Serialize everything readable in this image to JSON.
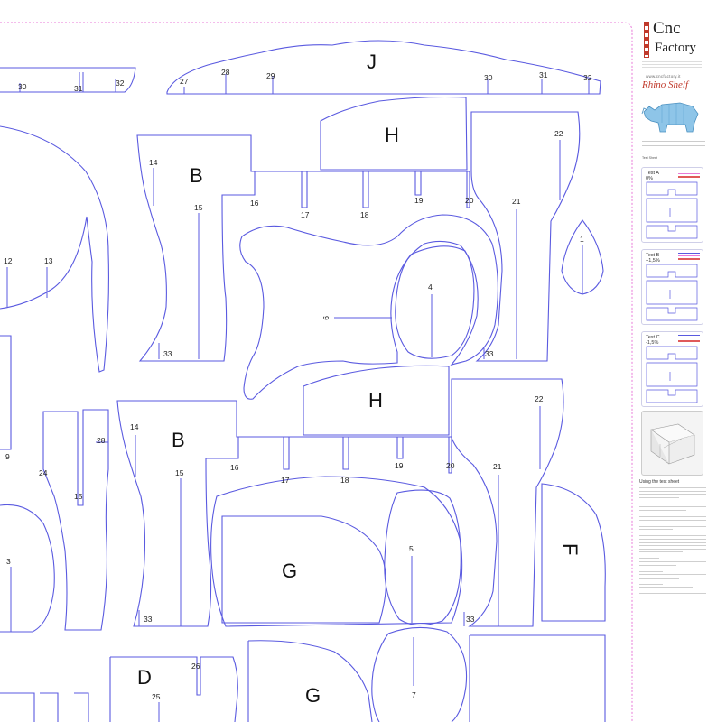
{
  "brand": {
    "name": "Cnc",
    "sub": "Factory",
    "website": "www.cncfactory.it",
    "product": "Rhino Shelf",
    "colors": {
      "brand_red": "#c0392b",
      "cut_line": "#5a5ae0",
      "border_dash": "#e87ad8"
    }
  },
  "parts": [
    {
      "id": "J",
      "letter": "J"
    },
    {
      "id": "H1",
      "letter": "H"
    },
    {
      "id": "B1",
      "letter": "B"
    },
    {
      "id": "H2",
      "letter": "H"
    },
    {
      "id": "B2",
      "letter": "B"
    },
    {
      "id": "G1",
      "letter": "G"
    },
    {
      "id": "F",
      "letter": "F"
    },
    {
      "id": "D",
      "letter": "D"
    },
    {
      "id": "G2",
      "letter": "G"
    }
  ],
  "slot_labels": [
    "30",
    "31",
    "32",
    "27",
    "28",
    "29",
    "30",
    "31",
    "32",
    "22",
    "14",
    "16",
    "17",
    "18",
    "19",
    "20",
    "15",
    "21",
    "33",
    "12",
    "13",
    "1",
    "4",
    "9",
    "33",
    "9",
    "14",
    "28",
    "24",
    "15",
    "22",
    "16",
    "17",
    "18",
    "19",
    "20",
    "15",
    "21",
    "5",
    "3",
    "33",
    "33",
    "26",
    "25",
    "7"
  ],
  "sidebar": {
    "test_sheet_title": "Test Sheet",
    "tests": [
      {
        "name": "Test A",
        "value": "0%"
      },
      {
        "name": "Test B",
        "value": "+1,5%"
      },
      {
        "name": "Test C",
        "value": "-1,5%"
      }
    ],
    "guide_title": "Using the test sheet"
  }
}
